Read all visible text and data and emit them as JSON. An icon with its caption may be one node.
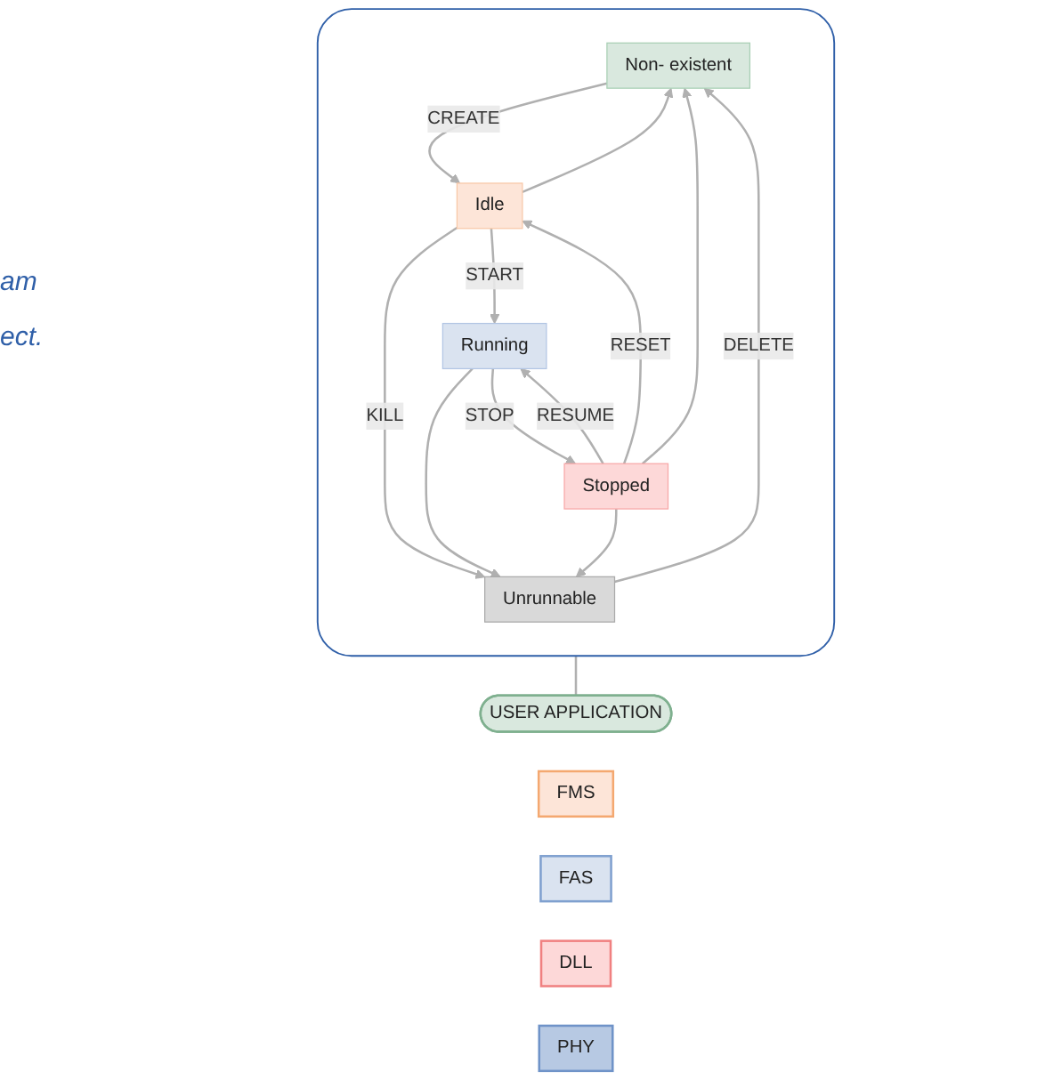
{
  "diagram": {
    "nodes": [
      {
        "text": [],
        "shape": "box"
      },
      {
        "text": [
          "Non- existent"
        ],
        "in": 0
      },
      {
        "text": [
          "Unrunnable"
        ],
        "in": 0
      },
      {
        "text": [
          "Idle"
        ],
        "in": 0
      },
      {
        "text": [
          "Running"
        ],
        "in": 0
      },
      {
        "text": [
          "Stopped"
        ],
        "in": 0
      },
      {
        "text": [
          "USER APPLICATION"
        ]
      },
      {
        "text": [
          "FMS"
        ]
      },
      {
        "text": [
          "FAS"
        ]
      },
      {
        "text": [
          "DLL"
        ]
      },
      {
        "text": [
          "PHY"
        ]
      }
    ],
    "edges": [
      {
        "from": 1,
        "to": 3,
        "arrow": "to",
        "label": "CREATE"
      },
      {
        "from": 3,
        "to": 4,
        "arrow": "to",
        "label": "START"
      },
      {
        "from": 4,
        "to": 5,
        "arrow": "to",
        "label": "STOP"
      },
      {
        "from": 5,
        "to": 4,
        "arrow": "to",
        "label": "RESUME"
      },
      {
        "from": 5,
        "to": 3,
        "arrow": "to",
        "label": "RESET"
      },
      {
        "from": 2,
        "to": 1,
        "arrow": "to",
        "label": "DELETE"
      },
      {
        "from": 3,
        "to": 1,
        "arrow": "to"
      },
      {
        "from": 5,
        "to": 1,
        "arrow": "to"
      },
      {
        "from": 3,
        "to": 2,
        "arrow": "to",
        "label": "KILL"
      },
      {
        "from": 4,
        "to": 2,
        "arrow": "to"
      },
      {
        "from": 5,
        "to": 2,
        "arrow": "to"
      },
      {
        "from": 0,
        "to": 6,
        "arrow": "none"
      }
    ],
    "labels": [
      "am",
      "ect."
    ]
  }
}
